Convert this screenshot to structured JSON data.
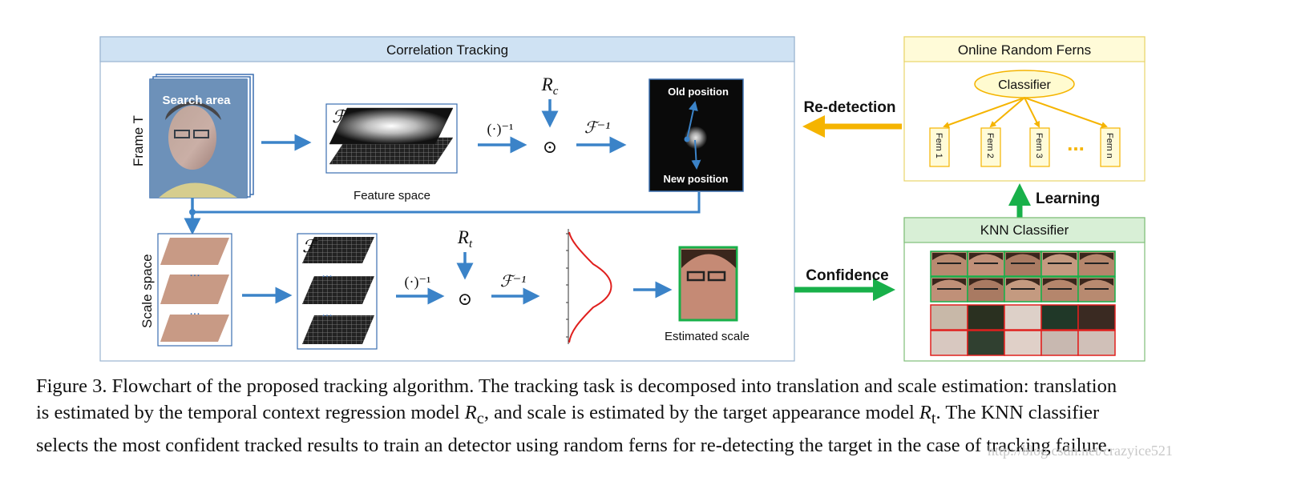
{
  "panels": {
    "correlation_tracking": "Correlation Tracking",
    "online_random_ferns": "Online Random Ferns",
    "knn_classifier": "KNN Classifier"
  },
  "labels": {
    "frame_t": "Frame T",
    "search_area": "Search area",
    "feature_space": "Feature space",
    "old_position": "Old position",
    "new_position": "New position",
    "scale_space": "Scale space",
    "estimated_scale": "Estimated scale",
    "classifier": "Classifier",
    "re_detection": "Re-detection",
    "learning": "Learning",
    "confidence": "Confidence",
    "ellipsis": "...",
    "fourier_symbol": "ℱ",
    "inverse_fourier": "ℱ⁻¹",
    "inverse_op": "(·)⁻¹",
    "hadamard": "⊙",
    "rc_base": "R",
    "rc_sub": "c",
    "rt_base": "R",
    "rt_sub": "t"
  },
  "ferns": [
    "Fern 1",
    "Fern 2",
    "Fern 3",
    "Fern n"
  ],
  "caption": {
    "line1": "Figure 3. Flowchart of the proposed tracking algorithm. The tracking task is decomposed into translation and scale estimation: translation",
    "line2_a": "is estimated by the temporal context regression model ",
    "line2_b": ", and scale is estimated by the target appearance model ",
    "line2_c": ". The KNN classifier",
    "line3": "selects the most confident tracked results to train an detector using random ferns for re-detecting the target in the case of tracking failure."
  },
  "watermark": "http://blog.csdn.net/crazyice521",
  "colors": {
    "arrow_blue": "#3b83c8",
    "arrow_orange": "#f5b400",
    "arrow_green": "#18b04a",
    "panel_blue_header": "#cfe2f3",
    "panel_yellow_header": "#fffbd8",
    "panel_green_header": "#d8efd6",
    "curve_red": "#e0201e"
  }
}
